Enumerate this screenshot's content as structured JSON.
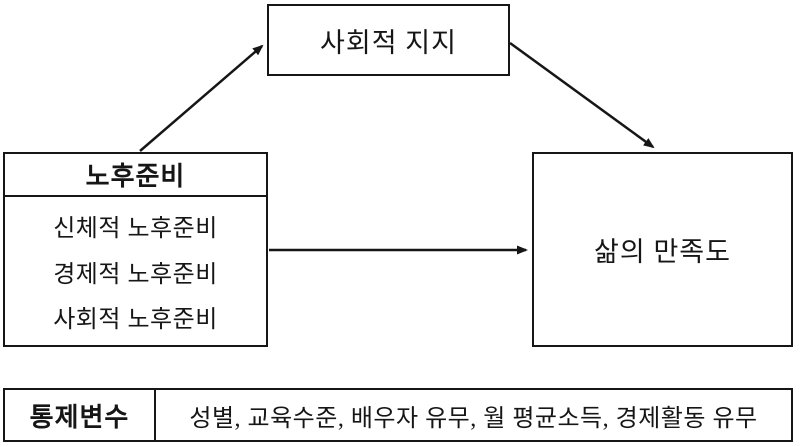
{
  "diagram": {
    "mediator_box": {
      "label": "사회적 지지"
    },
    "independent_box": {
      "title": "노후준비",
      "items": [
        "신체적 노후준비",
        "경제적 노후준비",
        "사회적 노후준비"
      ]
    },
    "dependent_box": {
      "label": "삶의 만족도"
    },
    "control_box": {
      "title": "통제변수",
      "values": "성별, 교육수준, 배우자 유무, 월 평균소득, 경제활동 유무"
    },
    "arrows": [
      {
        "name": "independent-to-mediator",
        "direction": "up-right"
      },
      {
        "name": "mediator-to-dependent",
        "direction": "down-right"
      },
      {
        "name": "independent-to-dependent",
        "direction": "right"
      }
    ],
    "colors": {
      "line": "#161616",
      "background": "#ffffff"
    }
  }
}
